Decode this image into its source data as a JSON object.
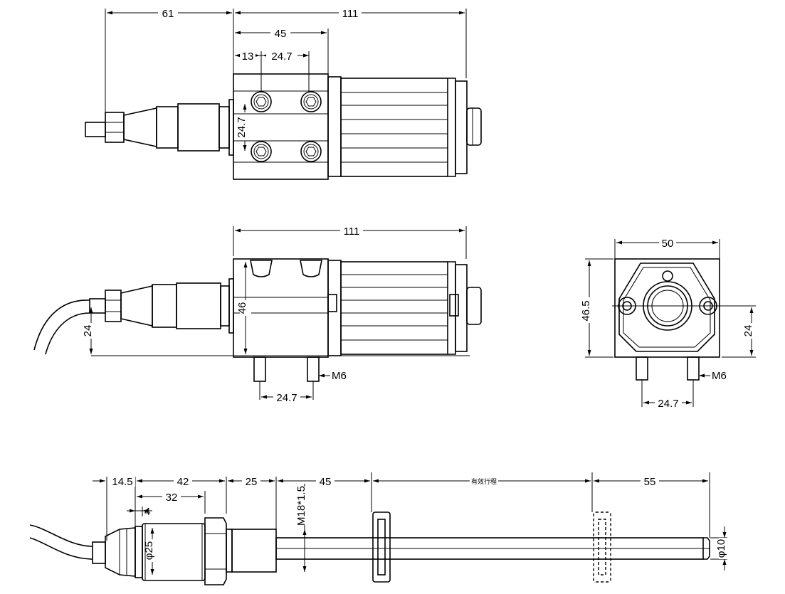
{
  "dimensions": {
    "top_view": {
      "cable_length": "61",
      "overall_length": "111",
      "body_length": "45",
      "hole_offset": "13",
      "hole_pitch_x": "24.7",
      "hole_pitch_y": "24.7"
    },
    "side_view": {
      "overall_length": "111",
      "height": "46",
      "axis_height": "24",
      "thread": "M6",
      "pitch": "24.7"
    },
    "end_view": {
      "width": "50",
      "height": "46.5",
      "axis_height": "24",
      "thread": "M6",
      "pitch": "24.7"
    },
    "probe_view": {
      "d1": "14.5",
      "d2": "42",
      "d3": "32",
      "d4": "4",
      "d5": "25",
      "d6": "45",
      "stroke_label": "有效行程",
      "d7": "55",
      "thread": "M18*1.5",
      "dia_body": "φ25",
      "dia_rod": "φ10"
    }
  }
}
